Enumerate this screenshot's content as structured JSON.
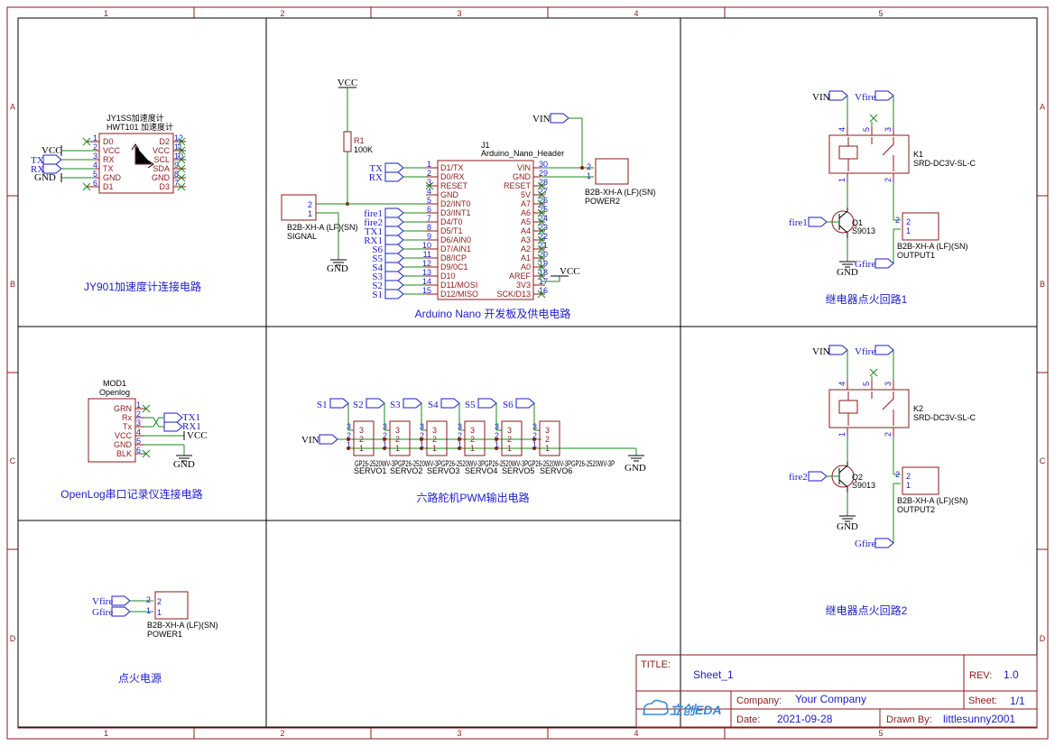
{
  "ruler": {
    "cols": [
      "1",
      "2",
      "3",
      "4",
      "5"
    ],
    "rows": [
      "A",
      "B",
      "C",
      "D"
    ]
  },
  "sections": {
    "jy901": "JY901加速度计连接电路",
    "nano": "Arduino Nano 开发板及供电电路",
    "relay1": "继电器点火回路1",
    "openlog": "OpenLog串口记录仪连接电路",
    "servo": "六路舵机PWM输出电路",
    "relay2": "继电器点火回路2",
    "power": "点火电源"
  },
  "jy901": {
    "title1": "JY1SS加速度计",
    "title2": "HWT101 加速度计",
    "left_pins": [
      {
        "num": "1",
        "name": "D0"
      },
      {
        "num": "2",
        "name": "VCC"
      },
      {
        "num": "3",
        "name": "RX"
      },
      {
        "num": "4",
        "name": "TX"
      },
      {
        "num": "5",
        "name": "GND"
      },
      {
        "num": "6",
        "name": "D1"
      }
    ],
    "right_pins": [
      {
        "num": "12",
        "name": "D2"
      },
      {
        "num": "11",
        "name": "VCC"
      },
      {
        "num": "10",
        "name": "SCL"
      },
      {
        "num": "9",
        "name": "SDA"
      },
      {
        "num": "8",
        "name": "GND"
      },
      {
        "num": "7",
        "name": "D3"
      }
    ],
    "nets": {
      "vcc": "VCC",
      "tx": "TX",
      "rx": "RX",
      "gnd": "GND"
    }
  },
  "nano": {
    "r1_ref": "R1",
    "r1_val": "100K",
    "vcc_top": "VCC",
    "vin": "VIN",
    "j1_ref": "J1",
    "j1_val": "Arduino_Nano_Header",
    "left_pins": [
      {
        "num": "1",
        "name": "D1/TX"
      },
      {
        "num": "2",
        "name": "D0/RX"
      },
      {
        "num": "3",
        "name": "RESET"
      },
      {
        "num": "4",
        "name": "GND"
      },
      {
        "num": "5",
        "name": "D2/INT0"
      },
      {
        "num": "6",
        "name": "D3/INT1"
      },
      {
        "num": "7",
        "name": "D4/T0"
      },
      {
        "num": "8",
        "name": "D5/T1"
      },
      {
        "num": "9",
        "name": "D6/AIN0"
      },
      {
        "num": "10",
        "name": "D7/AIN1"
      },
      {
        "num": "11",
        "name": "D8/ICP"
      },
      {
        "num": "12",
        "name": "D9/0C1"
      },
      {
        "num": "13",
        "name": "D10"
      },
      {
        "num": "14",
        "name": "D11/MOSI"
      },
      {
        "num": "15",
        "name": "D12/MISO"
      }
    ],
    "right_pins": [
      {
        "num": "30",
        "name": "VIN"
      },
      {
        "num": "29",
        "name": "GND"
      },
      {
        "num": "28",
        "name": "RESET"
      },
      {
        "num": "27",
        "name": "5V"
      },
      {
        "num": "26",
        "name": "A7"
      },
      {
        "num": "25",
        "name": "A6"
      },
      {
        "num": "24",
        "name": "A5"
      },
      {
        "num": "23",
        "name": "A4"
      },
      {
        "num": "22",
        "name": "A3"
      },
      {
        "num": "21",
        "name": "A2"
      },
      {
        "num": "20",
        "name": "A1"
      },
      {
        "num": "19",
        "name": "A0"
      },
      {
        "num": "18",
        "name": "AREF"
      },
      {
        "num": "17",
        "name": "3V3"
      },
      {
        "num": "16",
        "name": "SCK/D13"
      }
    ],
    "left_nets": [
      "TX",
      "RX",
      "",
      "",
      "",
      "fire1",
      "fire2",
      "TX1",
      "RX1",
      "S6",
      "S5",
      "S4",
      "S3",
      "S2",
      "S1"
    ],
    "vcc_right": "VCC",
    "signal_ref": "B2B-XH-A (LF)(SN)",
    "signal_name": "SIGNAL",
    "gnd": "GND",
    "power2_ref": "B2B-XH-A (LF)(SN)",
    "power2_name": "POWER2"
  },
  "relay": [
    {
      "vin": "VIN",
      "vfire": "Vfire",
      "k_ref": "K1",
      "k_val": "SRD-DC3V-SL-C",
      "pins_top": [
        "4",
        "5",
        "3"
      ],
      "pins_bot": [
        "1",
        "2"
      ],
      "fire": "fire1",
      "q_ref": "Q1",
      "q_val": "S9013",
      "gnd": "GND",
      "out_ref": "B2B-XH-A (LF)(SN)",
      "out_name": "OUTPUT1",
      "gfire": "Gfire"
    },
    {
      "vin": "VIN",
      "vfire": "Vfire",
      "k_ref": "K2",
      "k_val": "SRD-DC3V-SL-C",
      "pins_top": [
        "4",
        "5",
        "3"
      ],
      "pins_bot": [
        "1",
        "2"
      ],
      "fire": "fire2",
      "q_ref": "Q2",
      "q_val": "S9013",
      "gnd": "GND",
      "out_ref": "B2B-XH-A (LF)(SN)",
      "out_name": "OUTPUT2",
      "gfire": "Gfire"
    }
  ],
  "openlog": {
    "ref": "MOD1",
    "name": "Openlog",
    "pins": [
      {
        "num": "1",
        "name": "GRN"
      },
      {
        "num": "2",
        "name": "Rx"
      },
      {
        "num": "3",
        "name": "Tx"
      },
      {
        "num": "4",
        "name": "VCC"
      },
      {
        "num": "5",
        "name": "GND"
      },
      {
        "num": "6",
        "name": "BLK"
      }
    ],
    "tx1": "TX1",
    "rx1": "RX1",
    "vcc": "VCC",
    "gnd": "GND"
  },
  "servo": {
    "nets": [
      "S1",
      "S2",
      "S3",
      "S4",
      "S5",
      "S6"
    ],
    "vin": "VIN",
    "gnd": "GND",
    "pins": [
      "3",
      "2",
      "1"
    ],
    "label_row": "GP26-2520WV-3PGP26-2520WV-3PGP26-2520WV-3PGP26-2520WV-3PGP26-2520WV-3PGP26-2520WV-3P",
    "refs": [
      "SERVO1",
      "SERVO2",
      "SERVO3",
      "SERVO4",
      "SERVO5",
      "SERVO6"
    ]
  },
  "power": {
    "vfire": "Vfire",
    "gfire": "Gfire",
    "ref": "B2B-XH-A (LF)(SN)",
    "name": "POWER1",
    "pins": [
      "2",
      "1"
    ]
  },
  "titleblock": {
    "title_label": "TITLE:",
    "title": "Sheet_1",
    "rev_label": "REV:",
    "rev": "1.0",
    "company_label": "Company:",
    "company": "Your Company",
    "sheet_label": "Sheet:",
    "sheet": "1/1",
    "date_label": "Date:",
    "date": "2021-09-28",
    "drawn_label": "Drawn By:",
    "drawn": "littlesunny2001",
    "logo": "立创EDA"
  }
}
